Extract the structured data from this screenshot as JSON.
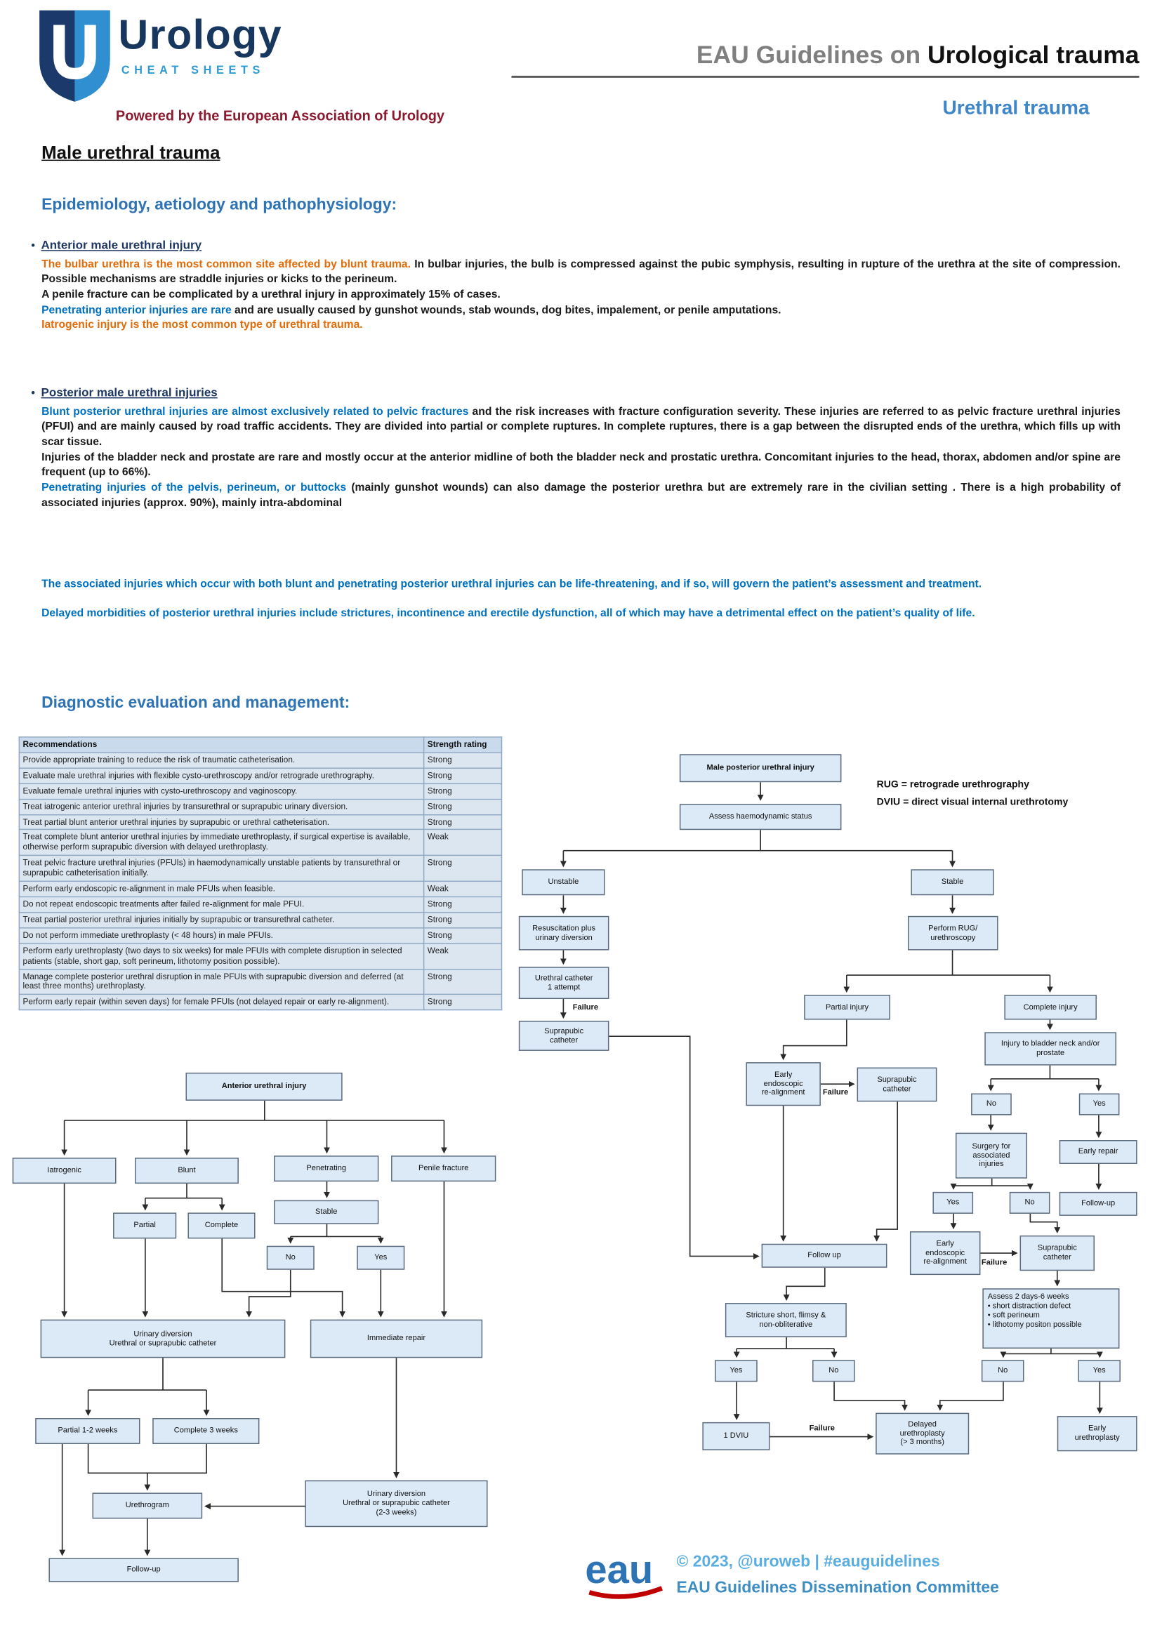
{
  "header": {
    "brand": "Urology",
    "brand_sub": "CHEAT SHEETS",
    "powered_by": "Powered by the European Association of Urology",
    "doc_title_gray": "EAU Guidelines on ",
    "doc_title_dark": "Urological trauma",
    "doc_subtitle": "Urethral trauma"
  },
  "page_title": "Male urethral trauma",
  "epi": {
    "heading": "Epidemiology, aetiology and pathophysiology:",
    "anterior": {
      "bullet_title": "Anterior male urethral injury",
      "p1_orange": "The bulbar urethra is the most common site affected by blunt trauma.",
      "p1_rest": " In bulbar injuries, the bulb is compressed against the pubic symphysis, resulting in rupture of the urethra at the site of compression. Possible mechanisms are straddle injuries or kicks to the perineum.",
      "p2": "A penile fracture can be complicated by a urethral injury in approximately 15% of cases.",
      "p3_blue": "Penetrating anterior injuries are rare",
      "p3_rest": " and are usually caused by gunshot wounds, stab wounds, dog bites, impalement, or penile amputations.",
      "p4_orange": "Iatrogenic injury is the most common type of urethral trauma."
    },
    "posterior": {
      "bullet_title": "Posterior male urethral injuries",
      "p1_blue": "Blunt posterior urethral injuries are almost exclusively related to pelvic fractures",
      "p1_rest": " and the risk increases with fracture configuration severity. These injuries are referred to as pelvic fracture urethral injuries (PFUI) and are mainly caused by road traffic accidents. They are divided into partial or complete ruptures. In complete ruptures, there is a gap between the disrupted ends of the urethra, which fills up with scar tissue.",
      "p2": "Injuries of the bladder neck and prostate are rare and mostly occur at the anterior midline of both the bladder neck and prostatic urethra. Concomitant injuries to the head, thorax, abdomen and/or spine are frequent (up to 66%).",
      "p3_blue": "Penetrating injuries of the pelvis, perineum, or buttocks",
      "p3_rest": " (mainly gunshot wounds) can also damage the posterior urethra but are extremely rare in the civilian setting . There is a high probability of associated injuries (approx. 90%), mainly intra-abdominal",
      "p4_blue": "The associated injuries which occur with both blunt and penetrating posterior urethral injuries can be life-threatening, and if so, will govern the patient’s assessment and treatment.",
      "p5_blue": "Delayed morbidities of posterior urethral injuries include strictures, incontinence and erectile dysfunction, all of which may have a detrimental effect on the patient’s quality of life."
    }
  },
  "diag": {
    "heading": "Diagnostic evaluation and management:"
  },
  "table": {
    "headers": [
      "Recommendations",
      "Strength rating"
    ],
    "rows": [
      {
        "text": "Provide appropriate training to reduce the risk of traumatic catheterisation.",
        "rating": "Strong"
      },
      {
        "text": "Evaluate male urethral injuries with flexible cysto-urethroscopy and/or retrograde urethrography.",
        "rating": "Strong"
      },
      {
        "text": "Evaluate female urethral injuries with cysto-urethroscopy and vaginoscopy.",
        "rating": "Strong"
      },
      {
        "text": "Treat iatrogenic anterior urethral injuries by transurethral or suprapubic urinary diversion.",
        "rating": "Strong"
      },
      {
        "text": "Treat partial blunt anterior urethral injuries by suprapubic or urethral catheterisation.",
        "rating": "Strong"
      },
      {
        "text": "Treat complete blunt anterior urethral injuries by immediate urethroplasty, if surgical expertise is available, otherwise perform suprapubic diversion with delayed urethroplasty.",
        "rating": "Weak"
      },
      {
        "text": "Treat pelvic fracture urethral injuries (PFUIs) in haemodynamically unstable patients by transurethral or suprapubic catheterisation initially.",
        "rating": "Strong"
      },
      {
        "text": "Perform early endoscopic re-alignment in male PFUIs when feasible.",
        "rating": "Weak"
      },
      {
        "text": "Do not repeat endoscopic treatments after failed re-alignment for male PFUI.",
        "rating": "Strong"
      },
      {
        "text": "Treat partial posterior urethral injuries initially by suprapubic or transurethral catheter.",
        "rating": "Strong"
      },
      {
        "text": "Do not perform immediate urethroplasty (< 48 hours) in male PFUIs.",
        "rating": "Strong"
      },
      {
        "text": "Perform early urethroplasty (two days to six weeks) for male PFUIs with complete disruption in selected patients (stable, short gap, soft perineum, lithotomy position possible).",
        "rating": "Weak"
      },
      {
        "text": "Manage complete posterior urethral disruption in male PFUIs with suprapubic diversion and deferred (at least three months) urethroplasty.",
        "rating": "Strong"
      },
      {
        "text": "Perform early repair (within seven days) for female PFUIs (not delayed repair or early re-alignment).",
        "rating": "Strong"
      }
    ]
  },
  "legend": {
    "rug": "RUG = retrograde urethrography",
    "dviu": "DVIU = direct visual internal urethrotomy"
  },
  "labels": {
    "failure": "Failure"
  },
  "posterior_flow": {
    "root": "Male posterior urethral injury",
    "assess": "Assess haemodynamic status",
    "unstable": "Unstable",
    "stable": "Stable",
    "resus": "Resuscitation plus\nurinary diversion",
    "rug": "Perform RUG/\nurethroscopy",
    "urethral_catheter": "Urethral catheter\n1 attempt",
    "suprapubic1": "Suprapubic\ncatheter",
    "partial": "Partial injury",
    "complete": "Complete injury",
    "bladder_neck": "Injury to bladder neck and/or\nprostate",
    "early_endo1": "Early\nendoscopic\nre-alignment",
    "suprapubic2": "Suprapubic\ncatheter",
    "no1": "No",
    "yes1": "Yes",
    "surgery": "Surgery for\nassociated\ninjuries",
    "early_repair": "Early repair",
    "yes2": "Yes",
    "no2": "No",
    "follow_up1": "Follow-up",
    "early_endo2": "Early\nendoscopic\nre-alignment",
    "suprapubic3": "Suprapubic\ncatheter",
    "follow_up2": "Follow up",
    "assess2": "Assess 2 days-6 weeks\n•   short distraction defect\n•   soft perineum\n•   lithotomy positon possible",
    "stricture": "Stricture short, flimsy &\nnon-obliterative",
    "yes3": "Yes",
    "no3": "No",
    "no4": "No",
    "yes4": "Yes",
    "dviu": "1 DVIU",
    "delayed": "Delayed\nurethroplasty\n(> 3 months)",
    "early_urethroplasty": "Early\nurethroplasty"
  },
  "anterior_flow": {
    "root": "Anterior urethral injury",
    "iatrogenic": "Iatrogenic",
    "blunt": "Blunt",
    "penetrating": "Penetrating",
    "penile": "Penile fracture",
    "partial": "Partial",
    "complete": "Complete",
    "stable": "Stable",
    "no": "No",
    "yes": "Yes",
    "diversion": "Urinary diversion\nUrethral or suprapubic catheter",
    "immediate": "Immediate repair",
    "partial_weeks": "Partial 1-2 weeks",
    "complete_weeks": "Complete 3 weeks",
    "urethrogram": "Urethrogram",
    "diversion2": "Urinary diversion\nUrethral or suprapubic catheter\n(2-3 weeks)",
    "follow_up": "Follow-up"
  },
  "footer": {
    "logo_text": "eau",
    "line1": "© 2023, @uroweb | #eauguidelines",
    "line2": "EAU Guidelines Dissemination Committee"
  },
  "colors": {
    "heading_blue": "#2E74B5",
    "body_blue": "#0070C0",
    "body_orange": "#E36C0A",
    "flow_box_fill": "#dce9f6",
    "table_fill": "#dce6f1",
    "brand_navy": "#17375E",
    "brand_light_blue": "#2E9BD6",
    "powered_maroon": "#8B1A2E",
    "footer_blue": "#59ADE1",
    "eau_red": "#C00000"
  }
}
